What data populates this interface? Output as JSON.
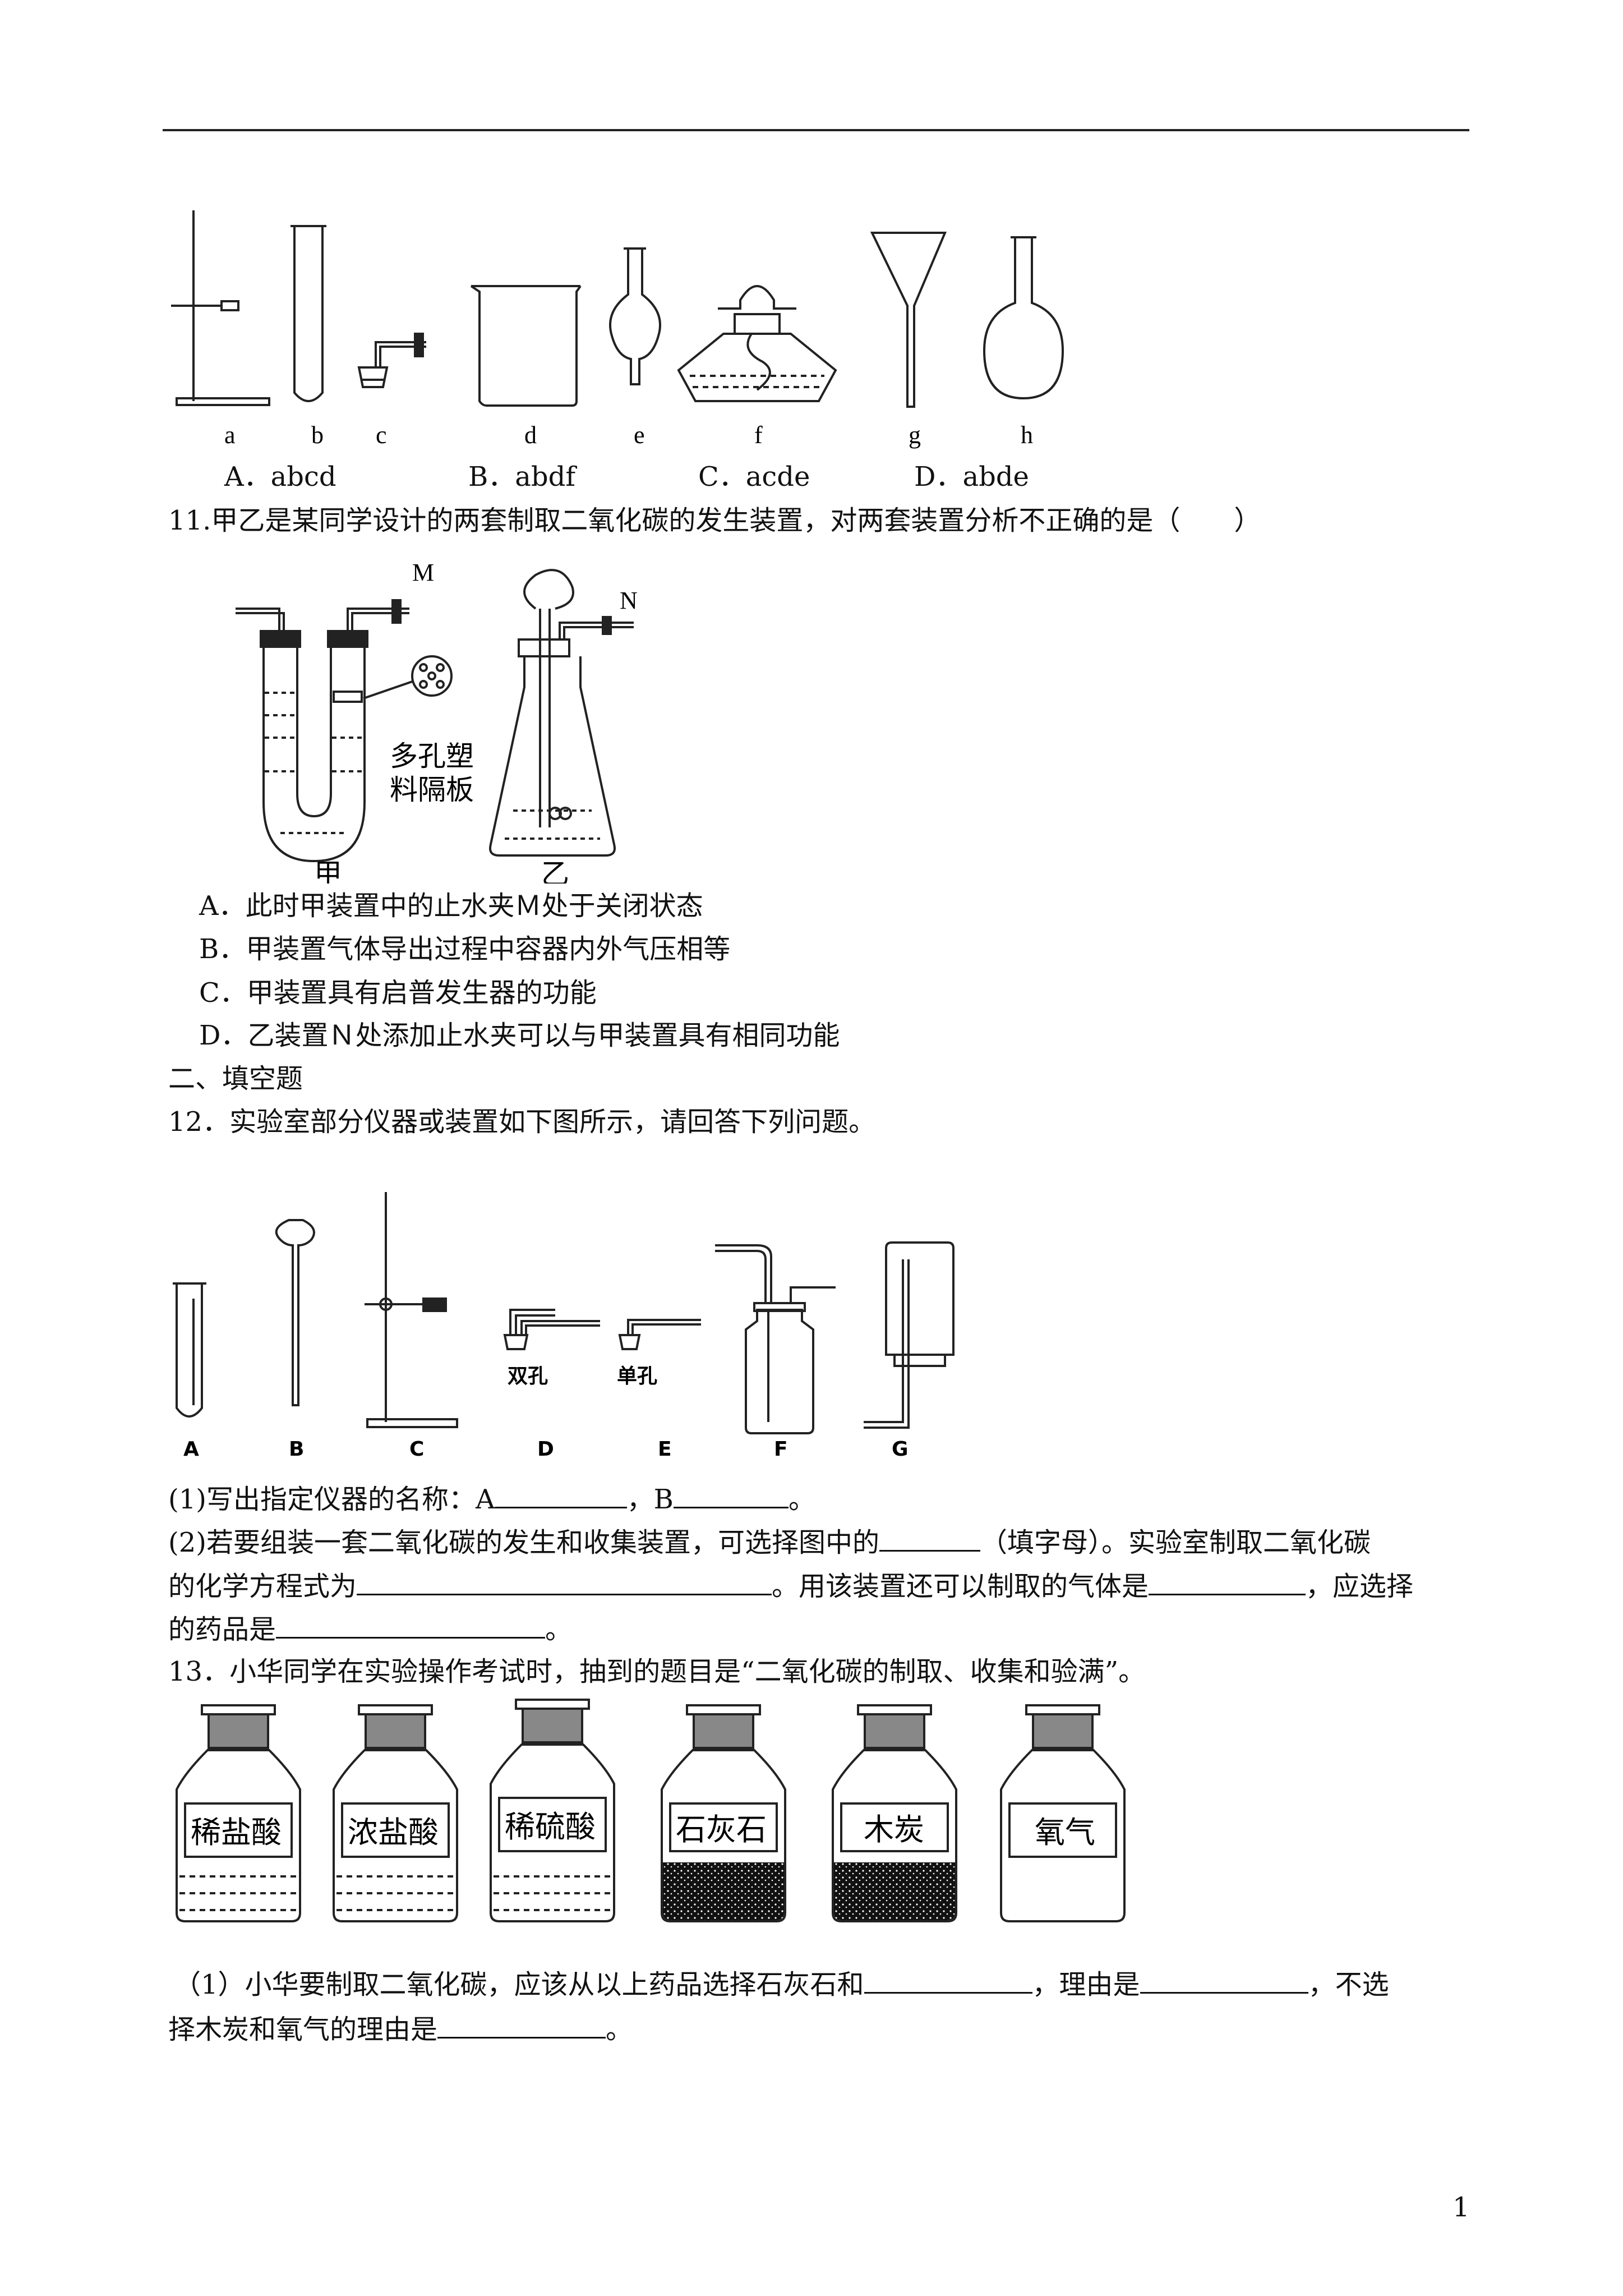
{
  "q10_figure": {
    "labels": [
      "a",
      "b",
      "c",
      "d",
      "e",
      "f",
      "g",
      "h"
    ]
  },
  "q10_options": [
    "A．abcd",
    "B．abdf",
    "C．acde",
    "D．abde"
  ],
  "q11": {
    "stem": "11.甲乙是某同学设计的两套制取二氧化碳的发生装置，对两套装置分析不正确的是（　　）",
    "fig_labels": {
      "M": "M",
      "N": "N",
      "plate_line1": "多孔塑",
      "plate_line2": "料隔板",
      "jia": "甲",
      "yi": "乙"
    },
    "options": [
      "A．此时甲装置中的止水夹Ｍ处于关闭状态",
      "B．甲装置气体导出过程中容器内外气压相等",
      "C．甲装置具有启普发生器的功能",
      "D．乙装置Ｎ处添加止水夹可以与甲装置具有相同功能"
    ]
  },
  "section2": "二、填空题",
  "q12": {
    "stem": "12．实验室部分仪器或装置如下图所示，请回答下列问题。",
    "fig_labels": [
      "A",
      "B",
      "C",
      "D",
      "E",
      "F",
      "G"
    ],
    "stopper_double": "双孔",
    "stopper_single": "单孔",
    "p1_a": "(1)写出指定仪器的名称：A",
    "p1_b": "，B",
    "p1_c": "。",
    "p2_l1_a": "(2)若要组装一套二氧化碳的发生和收集装置，可选择图中的",
    "p2_l1_b": "（填字母）。实验室制取二氧化碳",
    "p2_l2_a": "的化学方程式为",
    "p2_l2_b": "。用该装置还可以制取的气体是",
    "p2_l2_c": "，应选择",
    "p2_l3_a": "的药品是",
    "p2_l3_b": "。"
  },
  "q13": {
    "stem": "13．小华同学在实验操作考试时，抽到的题目是“二氧化碳的制取、收集和验满”。",
    "bottles": [
      "稀盐酸",
      "浓盐酸",
      "稀硫酸",
      "石灰石",
      "木炭",
      "氧气"
    ],
    "p1_a": "（1）小华要制取二氧化碳，应该从以上药品选择石灰石和",
    "p1_b": "，理由是",
    "p1_c": "，不选",
    "p1_d": "择木炭和氧气的理由是",
    "p1_e": "。"
  },
  "page_number": "1"
}
